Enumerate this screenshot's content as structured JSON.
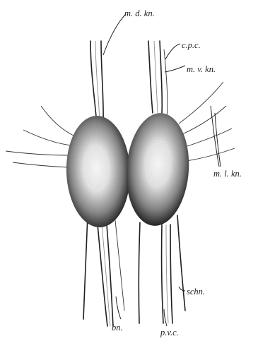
{
  "labels": {
    "mdkn": "m. d. kn.",
    "cpc": "c.p.c.",
    "mvkn": "m. v. kn.",
    "mlkn": "m. l. kn.",
    "schn": "schn.",
    "bn": "bn.",
    "pvc": "p.v.c."
  }
}
